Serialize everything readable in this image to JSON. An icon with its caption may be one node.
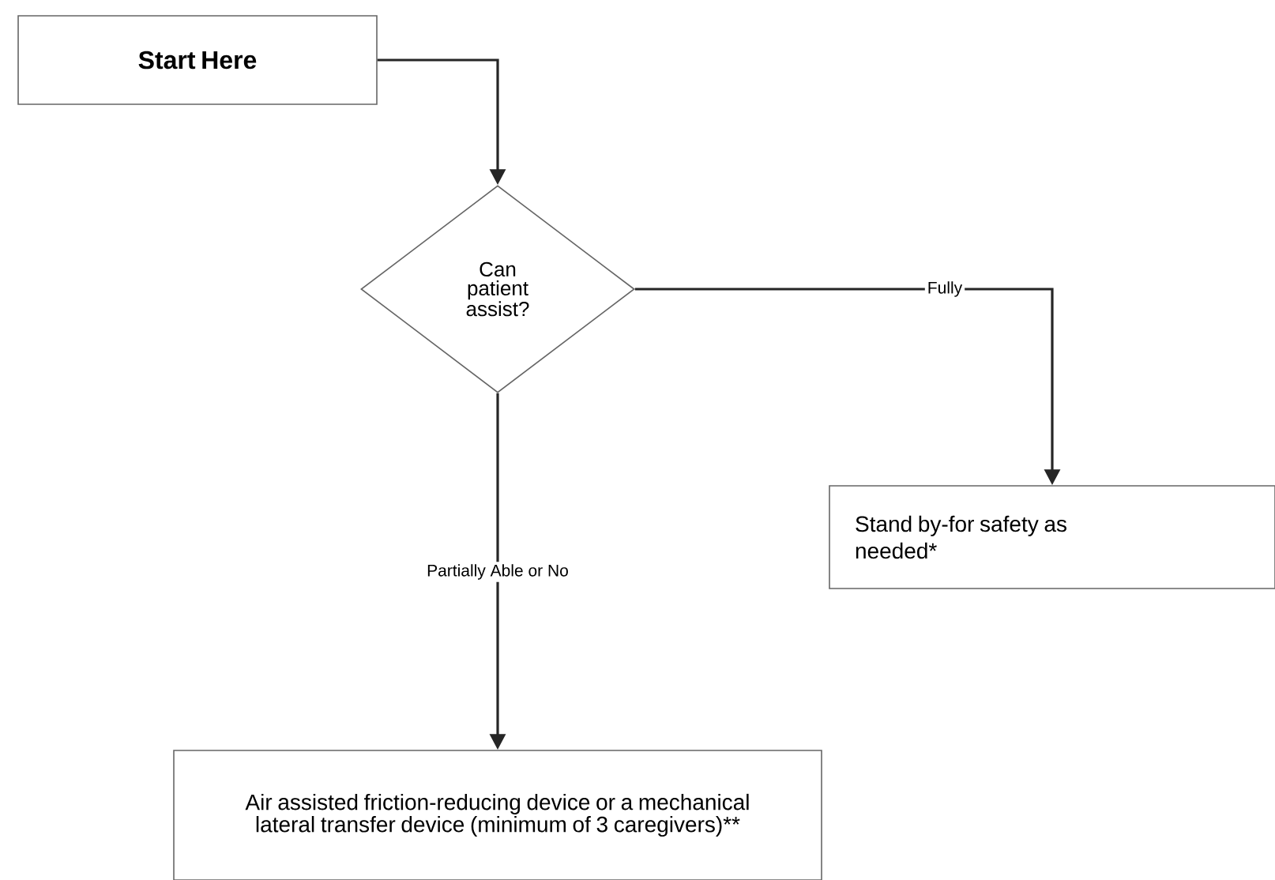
{
  "diagram": {
    "nodes": [
      {
        "text": [
          "Start Here"
        ]
      },
      {
        "text": [
          "Can patient assist?"
        ]
      },
      {
        "text": [
          "Stand by-for safety as needed*"
        ]
      },
      {
        "text": [
          "Air assisted friction-reducing device or a mechanical lateral transfer device (minimum of 3 caregivers)**"
        ]
      }
    ],
    "edges": [
      {
        "from": 0,
        "to": 1,
        "arrow": "to"
      },
      {
        "from": 1,
        "to": 2,
        "arrow": "to",
        "label": "Fully"
      },
      {
        "from": 1,
        "to": 3,
        "arrow": "to",
        "label": "Partially Able or No"
      }
    ]
  }
}
